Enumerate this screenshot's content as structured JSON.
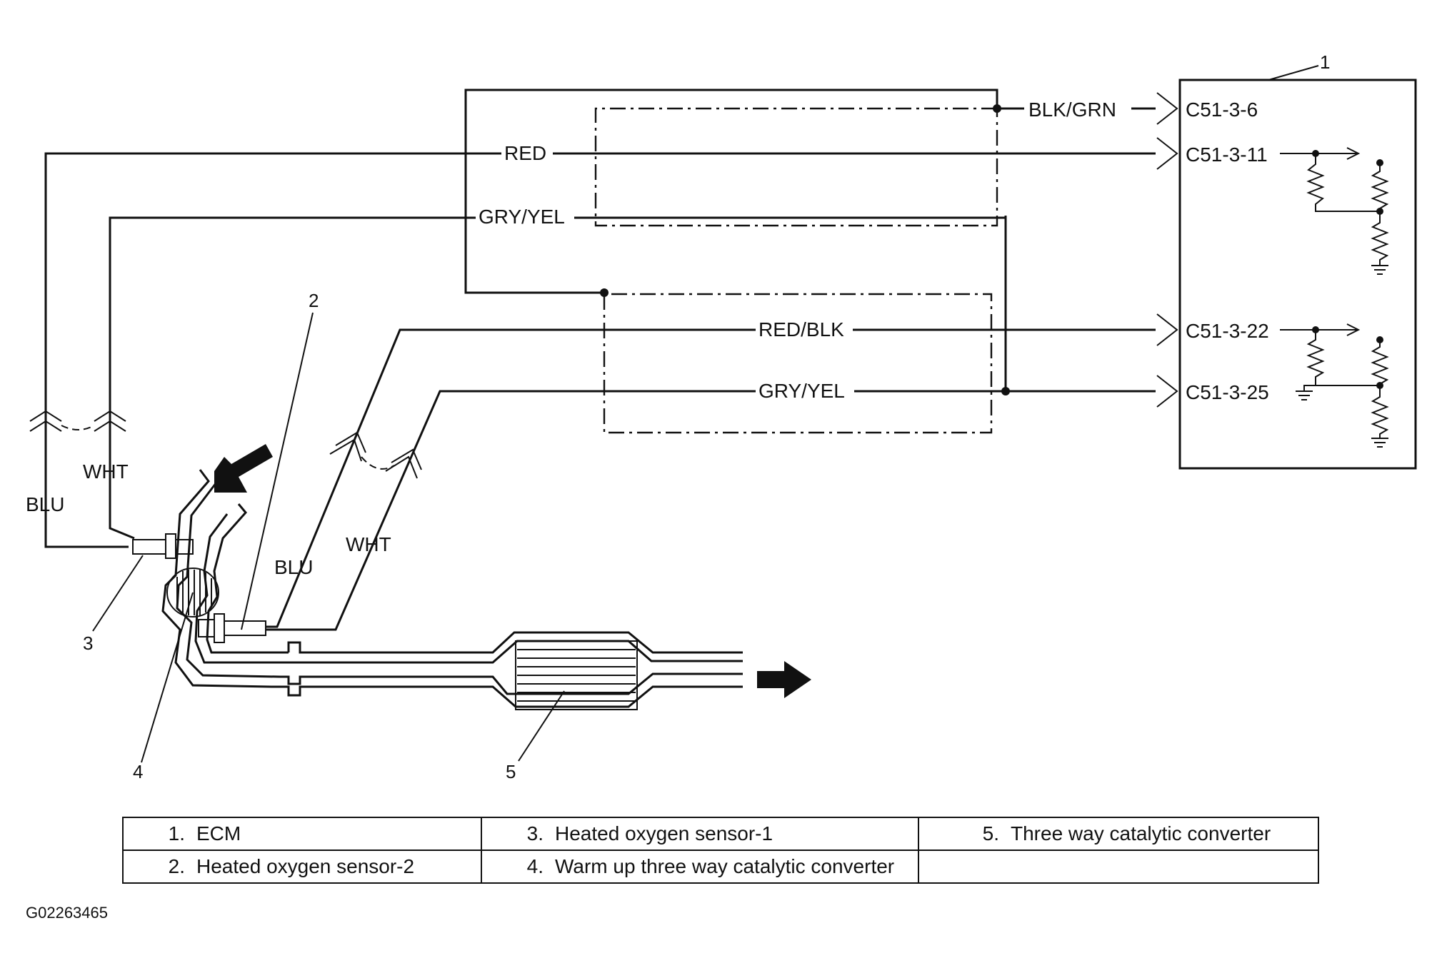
{
  "wires": {
    "ecm_top": "BLK/GRN",
    "s1_signal": "RED",
    "s1_ground": "GRY/YEL",
    "s2_signal": "RED/BLK",
    "s2_ground": "GRY/YEL",
    "s1_blu": "BLU",
    "s1_wht": "WHT",
    "s2_blu": "BLU",
    "s2_wht": "WHT"
  },
  "terminals": [
    "C51-3-6",
    "C51-3-11",
    "C51-3-22",
    "C51-3-25"
  ],
  "callouts": [
    "1",
    "2",
    "3",
    "4",
    "5"
  ],
  "legend": {
    "rows": [
      [
        {
          "num": "1.",
          "text": "ECM"
        },
        {
          "num": "3.",
          "text": "Heated oxygen sensor-1"
        },
        {
          "num": "5.",
          "text": "Three way catalytic converter"
        }
      ],
      [
        {
          "num": "2.",
          "text": "Heated oxygen sensor-2"
        },
        {
          "num": "4.",
          "text": "Warm up three way catalytic converter"
        },
        {
          "num": "",
          "text": ""
        }
      ]
    ]
  },
  "figure_id": "G02263465"
}
